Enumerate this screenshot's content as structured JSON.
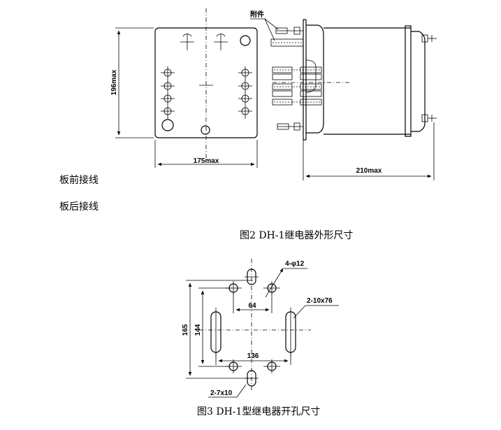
{
  "fig2": {
    "dim_height": "196max",
    "dim_width": "175max",
    "dim_depth": "210max",
    "accessory_label": "附件",
    "front_wiring": "板前接线",
    "rear_wiring": "板后接线",
    "caption": "图2 DH-1继电器外形尺寸"
  },
  "fig3": {
    "hole_small": "4-φ12",
    "slot_large": "2-10x76",
    "dim_64": "64",
    "dim_165": "165",
    "dim_144": "144",
    "dim_136": "136",
    "slot_small": "2-7x10",
    "caption": "图3 DH-1型继电器开孔尺寸"
  }
}
